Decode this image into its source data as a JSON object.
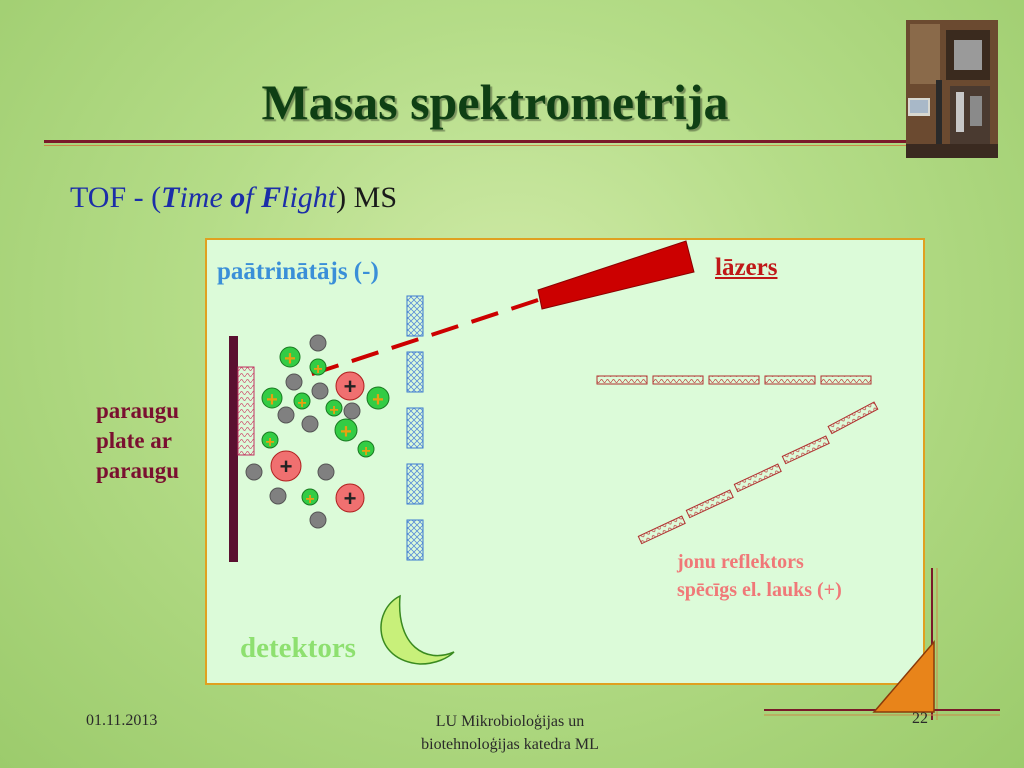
{
  "slide": {
    "title": "Masas spektrometrija",
    "subtitle": {
      "prefix": "TOF - (",
      "t": "T",
      "ime": "ime ",
      "o": "o",
      "f": "f ",
      "F": "F",
      "light": "light",
      "close": ")",
      "ms": " MS"
    }
  },
  "diagram": {
    "labels": {
      "accelerator": "paātrinātājs (-)",
      "laser": "lāzers",
      "sample_plate": "paraugu plate ar paraugu",
      "reflector_line1": "jonu reflektors",
      "reflector_line2": "spēcīgs el. lauks (+)",
      "detector": "detektors"
    },
    "ion_symbol": "+",
    "colors": {
      "background": "#dcfbd9",
      "border": "#e0a020",
      "laser": "#cc0000",
      "plate": "#5a1030",
      "large_ion": "#f07070",
      "small_ion": "#33cc44",
      "neutral": "#808080",
      "detector": "#c8f07a"
    }
  },
  "footer": {
    "date": "01.11.2013",
    "organization": "LU Mikrobioloģijas un biotehnoloģijas katedra ML",
    "page": "22"
  }
}
